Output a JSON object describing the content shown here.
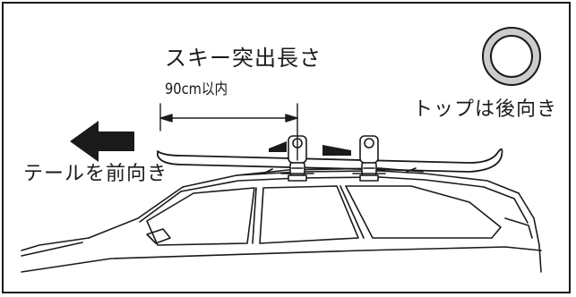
{
  "labels": {
    "ski_protrusion_title": "スキー突出長さ",
    "ski_protrusion_limit": "90cm以内",
    "tip_direction": "トップは後向き",
    "tail_direction": "テールを前向き"
  },
  "colors": {
    "line": "#1a1a1a",
    "ring_fill": "#cccccc",
    "background": "#ffffff"
  },
  "icons": [
    "tip-ring-icon",
    "forward-arrow-icon"
  ]
}
